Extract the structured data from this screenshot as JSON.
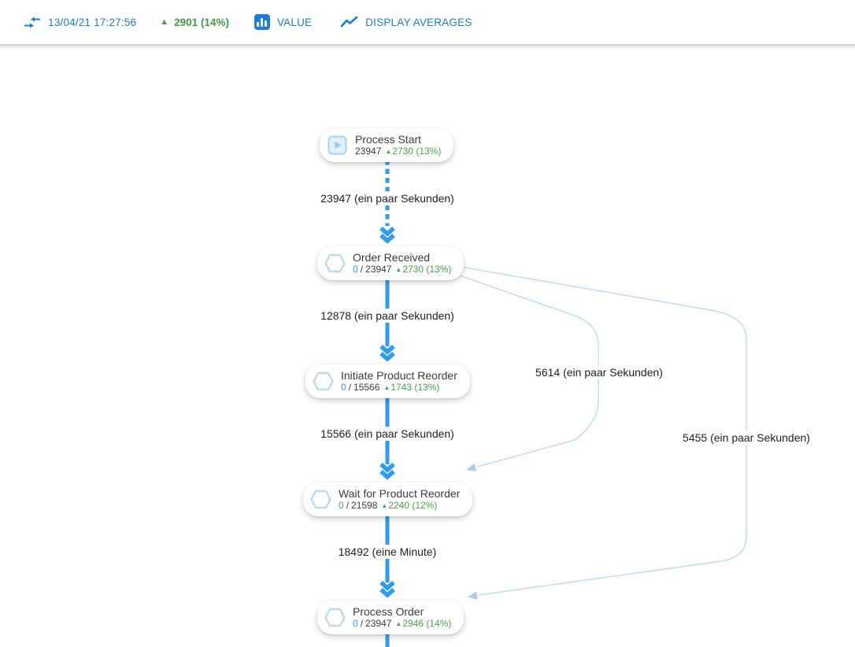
{
  "icons": {
    "up_triangle": "▲"
  },
  "colors": {
    "toolbar_blue": "#1a7dd7",
    "trend_green": "#3f9d44",
    "arrow_blue": "#2e9cf4",
    "branch_edge_blue": "#c3ddf2",
    "node_icon_blue": "#bcd9f1",
    "stats_green": "#47a44b"
  },
  "toolbar": {
    "timestamp": "13/04/21 17:27:56",
    "trend_value": "2901 (14%)",
    "value_button": "VALUE",
    "averages_button": "DISPLAY AVERAGES"
  },
  "diagram": {
    "nodes": [
      {
        "title": "Process Start",
        "total": "23947",
        "delta": "2730 (13%)"
      },
      {
        "title": "Order Received",
        "count": "0",
        "sep": "/",
        "total": "23947",
        "delta": "2730 (13%)"
      },
      {
        "title": "Initiate Product Reorder",
        "count": "0",
        "sep": "/",
        "total": "15566",
        "delta": "1743 (13%)"
      },
      {
        "title": "Wait for Product Reorder",
        "count": "0",
        "sep": "/",
        "total": "21598",
        "delta": "2240 (12%)"
      },
      {
        "title": "Process Order",
        "count": "0",
        "sep": "/",
        "total": "23947",
        "delta": "2946 (14%)"
      }
    ],
    "edge_labels": [
      "23947 (ein paar Sekunden)",
      "12878 (ein paar Sekunden)",
      "15566 (ein paar Sekunden)",
      "18492 (eine Minute)"
    ],
    "branch_labels": [
      "5614 (ein paar Sekunden)",
      "5455 (ein paar Sekunden)"
    ]
  }
}
